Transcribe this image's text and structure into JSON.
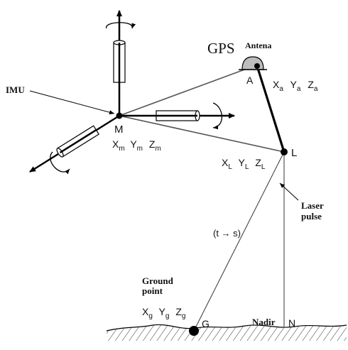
{
  "labels": {
    "gps": "GPS",
    "antenna": "Antena",
    "imu": "IMU",
    "point_a": "A",
    "point_m": "M",
    "point_l": "L",
    "point_g": "G",
    "point_n": "N",
    "laser_line1": "Laser",
    "laser_line2": "pulse",
    "range": "(t → s)",
    "ground_line1": "Ground",
    "ground_line2": "point",
    "nadir": "Nadir",
    "coord_a": {
      "x": "X",
      "x_sub": "a",
      "y": "Y",
      "y_sub": "a",
      "z": "Z",
      "z_sub": "a"
    },
    "coord_m": {
      "x": "X",
      "x_sub": "m",
      "y": "Y",
      "y_sub": "m",
      "z": "Z",
      "z_sub": "m"
    },
    "coord_l": {
      "x": "X",
      "x_sub": "L",
      "y": "Y",
      "y_sub": "L",
      "z": "Z",
      "z_sub": "L"
    },
    "coord_g": {
      "x": "X",
      "x_sub": "g",
      "y": "Y",
      "y_sub": "g",
      "z": "Z",
      "z_sub": "g"
    }
  }
}
